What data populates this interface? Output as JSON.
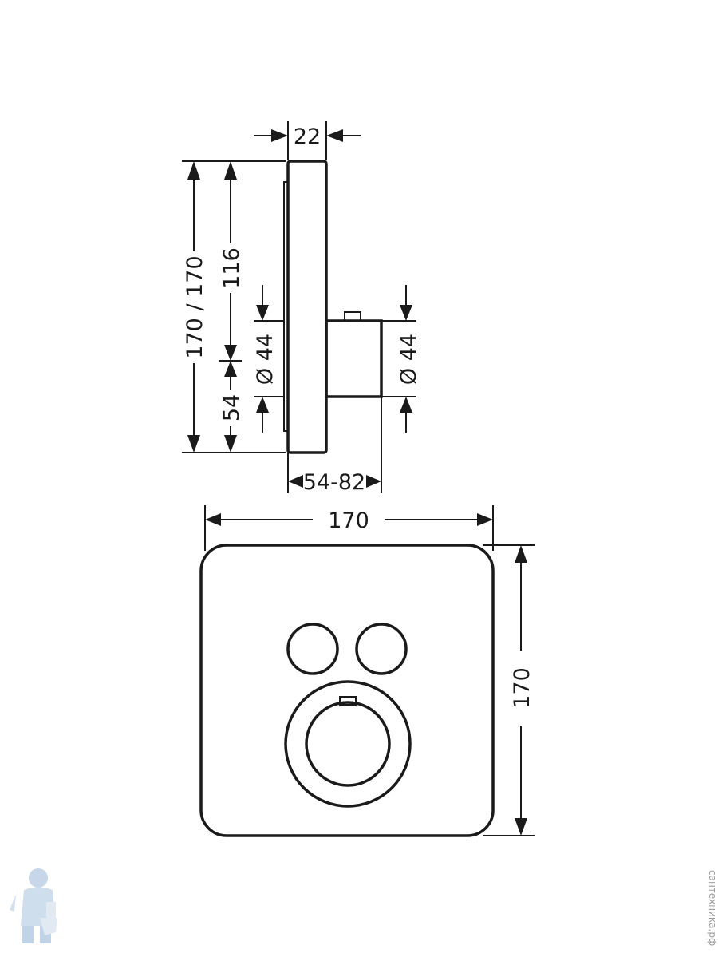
{
  "side_view": {
    "depth_label": "22",
    "total_height_label": "170 / 170",
    "upper_height_label": "116",
    "lower_height_label": "54",
    "left_diameter_label": "Ø 44",
    "right_diameter_label": "Ø 44",
    "projection_label": "54-82"
  },
  "front_view": {
    "width_label": "170",
    "height_label": "170"
  },
  "watermark": {
    "side_text": "сантехника.рф"
  }
}
